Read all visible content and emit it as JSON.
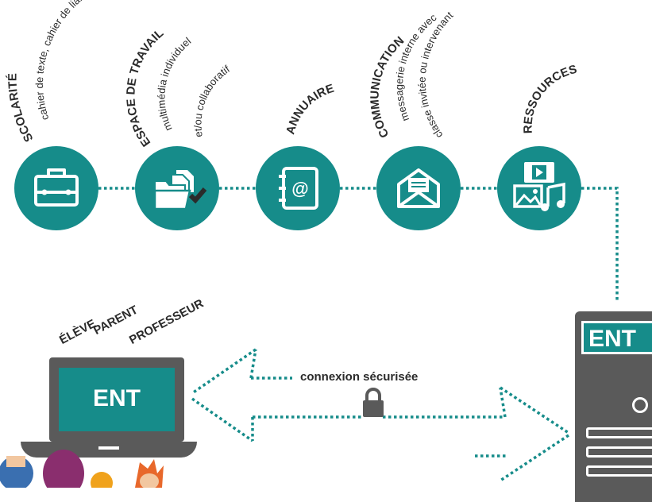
{
  "services": [
    {
      "title": "SCOLARITÉ",
      "subtitle_lines": [
        "cahier de texte, cahier de liaison"
      ],
      "icon": "briefcase-icon"
    },
    {
      "title": "ESPACE DE TRAVAIL",
      "subtitle_lines": [
        "multimédia individuel",
        "et/ou collaboratif"
      ],
      "icon": "folders-icon"
    },
    {
      "title": "ANNUAIRE",
      "subtitle_lines": [],
      "icon": "address-book-icon"
    },
    {
      "title": "COMMUNICATION",
      "subtitle_lines": [
        "messagerie interne avec",
        "classe invitée ou intervenant"
      ],
      "icon": "envelope-icon"
    },
    {
      "title": "RESSOURCES",
      "subtitle_lines": [],
      "icon": "media-icon"
    }
  ],
  "roles": [
    "ÉLÈVE",
    "PARENT",
    "PROFESSEUR"
  ],
  "connection_label": "connexion sécurisée",
  "laptop_label": "ENT",
  "server_label": "ENT",
  "colors": {
    "teal": "#168c8a",
    "gray": "#5a5a5a",
    "text": "#2b2b2b"
  }
}
